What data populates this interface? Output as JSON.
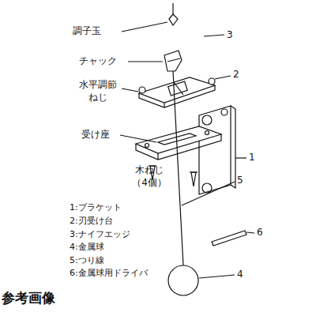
{
  "diagram": {
    "labels": [
      "調子玉",
      "3",
      "チャック",
      "水平調節 ねじ",
      "2",
      "受け座",
      "1",
      "木ねじ （4個）",
      "1:ブラケット",
      "2:刃受け台",
      "3:ナイフエッジ",
      "4:金属球",
      "5:つり線",
      "6:金属球用ドライバ",
      "5",
      "6",
      "4",
      "参考画像"
    ]
  }
}
